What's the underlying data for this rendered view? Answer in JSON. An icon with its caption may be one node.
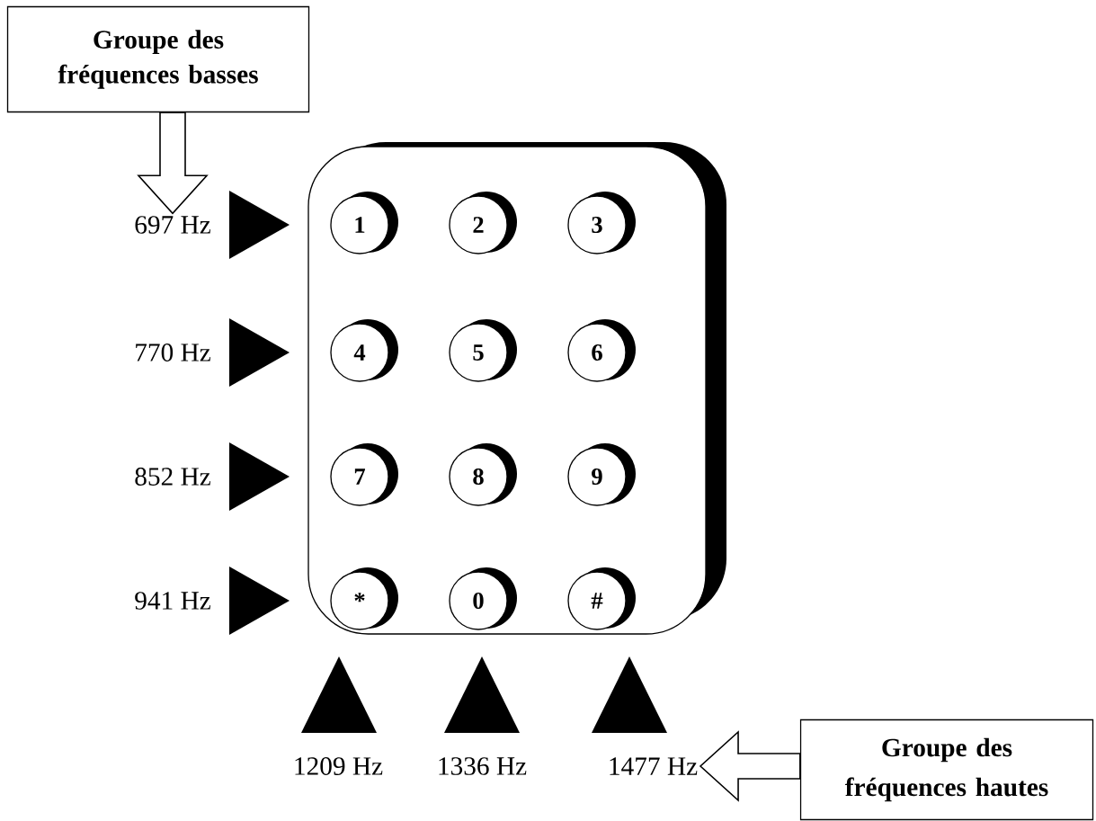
{
  "diagram": {
    "nodes": [
      {
        "text": [
          "Groupe des fréquences basses"
        ]
      },
      {
        "text": [],
        "shape": "box"
      },
      {
        "text": [
          "1"
        ],
        "in": 1
      },
      {
        "text": [
          "2"
        ],
        "in": 1
      },
      {
        "text": [
          "3"
        ],
        "in": 1
      },
      {
        "text": [
          "4"
        ],
        "in": 1
      },
      {
        "text": [
          "5"
        ],
        "in": 1
      },
      {
        "text": [
          "6"
        ],
        "in": 1
      },
      {
        "text": [
          "7"
        ],
        "in": 1
      },
      {
        "text": [
          "8"
        ],
        "in": 1
      },
      {
        "text": [
          "9"
        ],
        "in": 1
      },
      {
        "text": [
          "*"
        ],
        "in": 1
      },
      {
        "text": [
          "0"
        ],
        "in": 1
      },
      {
        "text": [
          "#"
        ],
        "in": 1
      },
      {
        "text": [
          "697 Hz"
        ]
      },
      {
        "text": [
          "770 Hz"
        ]
      },
      {
        "text": [
          "852 Hz"
        ]
      },
      {
        "text": [
          "941 Hz"
        ]
      },
      {
        "text": [
          "1209 Hz"
        ]
      },
      {
        "text": [
          "1336 Hz"
        ]
      },
      {
        "text": [
          "1477 Hz"
        ]
      },
      {
        "text": [
          "Groupe des fréquences hautes"
        ]
      }
    ],
    "edges": [
      {
        "from": 0,
        "to": 14,
        "arrow": "to"
      },
      {
        "from": 21,
        "to": 20,
        "arrow": "to"
      }
    ]
  }
}
